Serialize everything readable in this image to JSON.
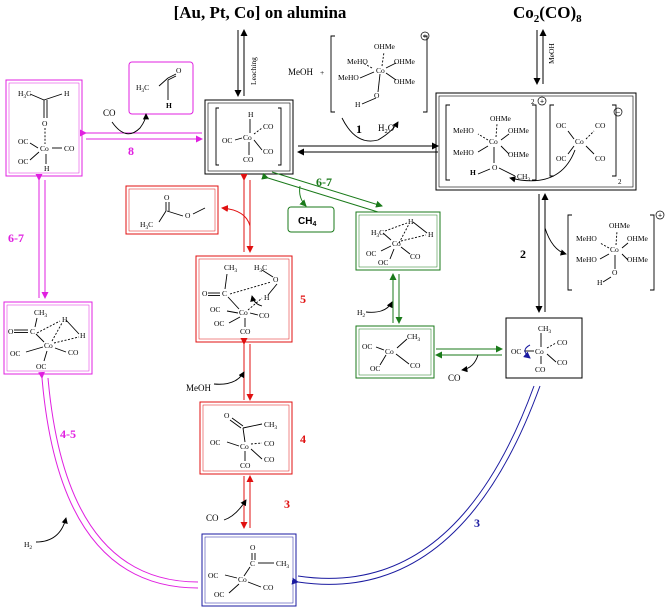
{
  "titles": {
    "left": "[Au, Pt, Co] on alumina",
    "right_main": "Co",
    "right_sub1": "2",
    "right_mid": "(CO)",
    "right_sub2": "8"
  },
  "reagents": {
    "leaching": "Leaching",
    "meoh_top": "MeOH",
    "plus": "+",
    "meoh_right": "MeOH",
    "h2o": "H",
    "h2o_sub": "2",
    "h2o_tail": "O",
    "co_left": "CO",
    "co_right": "CO",
    "co_mid": "CO",
    "meoh_mid": "MeOH",
    "h2_green": "H",
    "h2_green_sub": "2",
    "h2_left": "H",
    "h2_left_sub": "2"
  },
  "step_labels": {
    "s1": "1",
    "s2": "2",
    "s3_red": "3",
    "s3_blue": "3",
    "s4": "4",
    "s5": "5",
    "s8": "8",
    "s67_green": "6-7",
    "s67_pink": "6-7",
    "s45": "4-5"
  },
  "atoms": {
    "co": "Co",
    "co_ligand": "OC",
    "co_ligand_r": "CO",
    "h": "H",
    "o": "O",
    "c": "C",
    "ohme": "OHMe",
    "meho": "MeHO",
    "ch3": "CH",
    "ch3_sub": "3",
    "h3c": "H",
    "h3c_sub": "3",
    "h3c_c": "C",
    "plus_sign": "+",
    "charge_2plus": "2",
    "minus": "−",
    "bracket_sub": "2",
    "ch4": "CH",
    "ch4_sub": "4"
  },
  "colors": {
    "black": "#000000",
    "pink": "#e020e0",
    "red": "#e01010",
    "green": "#1a7a1a",
    "blue": "#1a1aa0"
  }
}
